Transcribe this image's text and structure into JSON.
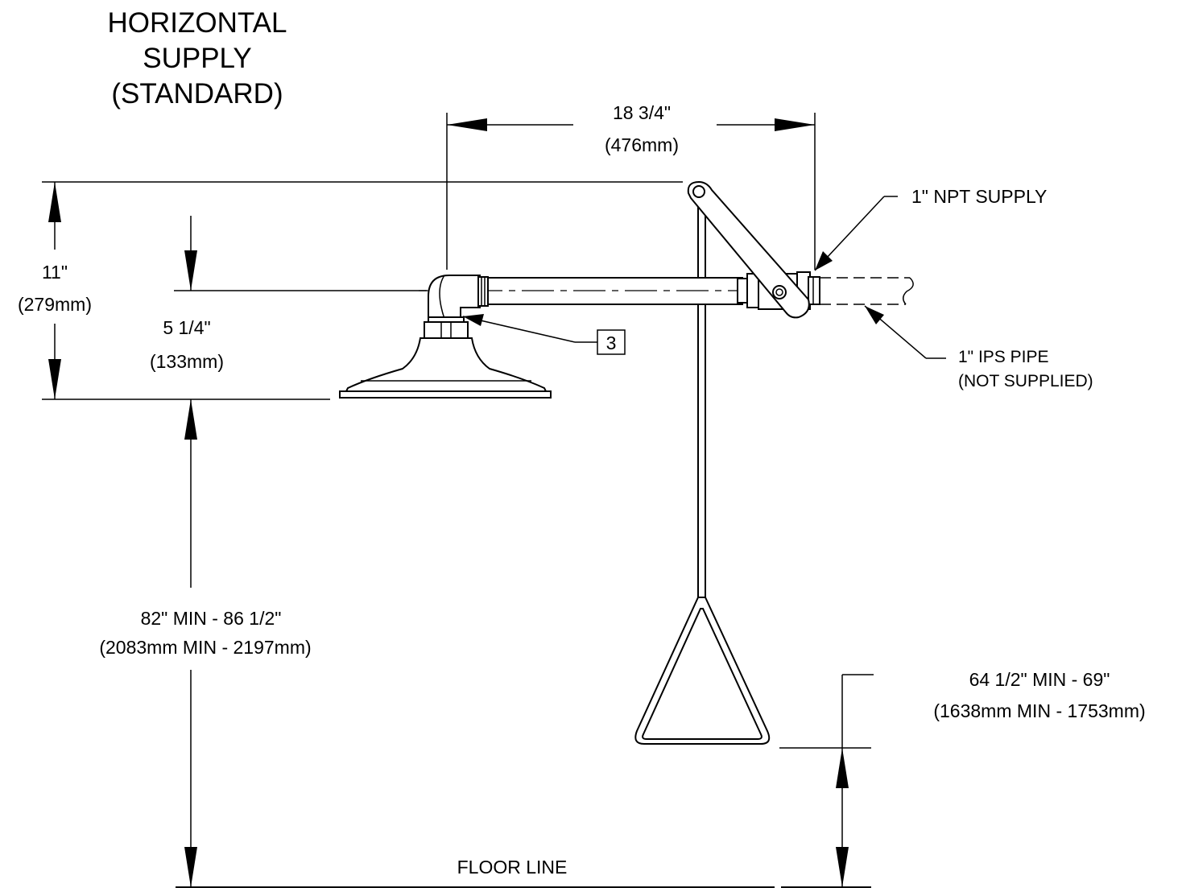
{
  "title": {
    "line1": "HORIZONTAL",
    "line2": "SUPPLY",
    "line3": "(STANDARD)"
  },
  "dimensions": {
    "arm_length_in": "18 3/4\"",
    "arm_length_mm": "(476mm)",
    "overall_height_in": "11\"",
    "overall_height_mm": "(279mm)",
    "head_height_in": "5 1/4\"",
    "head_height_mm": "(133mm)",
    "head_to_floor_in": "82\" MIN - 86 1/2\"",
    "head_to_floor_mm": "(2083mm MIN - 2197mm)",
    "handle_to_floor_in": "64 1/2\" MIN - 69\"",
    "handle_to_floor_mm": "(1638mm MIN - 1753mm)"
  },
  "callouts": {
    "supply": "1\" NPT SUPPLY",
    "pipe_line1": "1\" IPS PIPE",
    "pipe_line2": "(NOT SUPPLIED)",
    "item_number": "3",
    "floor": "FLOOR LINE"
  }
}
